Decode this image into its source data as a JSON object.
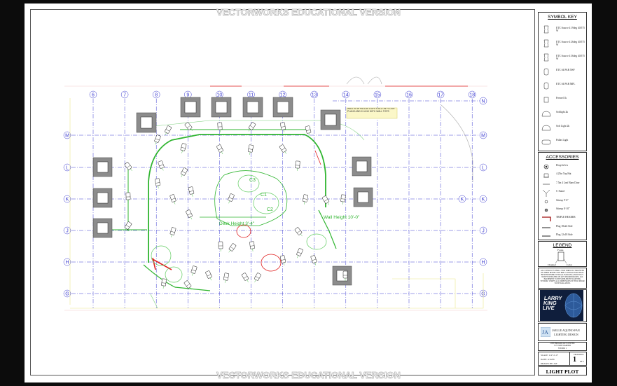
{
  "watermark": {
    "top": "VECTORWORKS EDUCATIONAL VERSION",
    "bottom": "VECTORWORKS EDUCATIONAL VERSION"
  },
  "grid": {
    "columns": [
      "6",
      "7",
      "8",
      "9",
      "10",
      "11",
      "12",
      "13",
      "14",
      "15",
      "16",
      "17",
      "18"
    ],
    "rows": [
      "N",
      "M",
      "L",
      "K",
      "J",
      "H",
      "G"
    ]
  },
  "annotations": {
    "wall_note": "WALL BTW PALLAS LIGHTS ALL ON FLOOR PLANS AND IN LINK WITH WALL TOPS",
    "desk_height": "Desk Height 3'-4\"",
    "wall_height": "Wall Height 10'-0\"",
    "c1": "C1",
    "c2": "C2",
    "c3": "C3"
  },
  "symbol_key": {
    "title": "SYMBOL KEY",
    "items": [
      {
        "icon": "ellipsoidal-icon",
        "label": "ETC Source 4 19deg 40/575 W"
      },
      {
        "icon": "ellipsoidal-icon",
        "label": "ETC Source 4 26deg 40/575 W"
      },
      {
        "icon": "ellipsoidal-icon",
        "label": "ETC Source 4 36deg 40/575 W"
      },
      {
        "icon": "par-icon",
        "label": "ETC S4 PAR NSP"
      },
      {
        "icon": "par-icon",
        "label": "ETC S4 PAR MFL"
      },
      {
        "icon": "fresnel-icon",
        "label": "Fresnel 1k"
      },
      {
        "icon": "softlight-icon",
        "label": "Softlight 2k"
      },
      {
        "icon": "softlight-icon",
        "label": "Soft Light 2k"
      },
      {
        "icon": "pallas-icon",
        "label": "Pallas Light"
      }
    ]
  },
  "accessories": {
    "title": "ACCESSORIES",
    "items": [
      {
        "icon": "drop-in-iris-icon",
        "label": "Drop In Iris"
      },
      {
        "icon": "top-hat-icon",
        "label": "4.25in Top Hat"
      },
      {
        "icon": "barn-door-icon",
        "label": "7.5in 4 Leaf Barn Door"
      },
      {
        "icon": "c-stand-icon",
        "label": "C-Stand"
      },
      {
        "icon": "baby-stand-icon",
        "label": "Stirrup 5'-6\""
      },
      {
        "icon": "stirrup-icon",
        "label": "Stirrup 6'-10\""
      },
      {
        "icon": "triple-header-icon",
        "label": "TRIPLE HEADER"
      },
      {
        "icon": "flag-icon",
        "label": "Flag 18x24 Side"
      },
      {
        "icon": "flag-icon",
        "label": "Flag 12x18 Side"
      }
    ]
  },
  "legend": {
    "title": "LEGEND",
    "labels": {
      "focus": "Focus",
      "channel": "Channel",
      "color": "Color"
    }
  },
  "notes": {
    "text": "ALL CONDUCTS SHALL STAY DIRECTLY MOUNTED ON THEIR RESPECTIVE PIPE. CONTRACTOR SHALL BE RESPONSIBLE FOR ALL HANGING AND FOCUS. NOTIFY DESIGNER OF ANY DISCREPANCIES. ALL EQUIPMENT TO BE SUPPLIED BY LIGHTING VENDOR. VERIFY ALL DIMENSIONS IN FIELD PRIOR TO INSTALLATION."
  },
  "show_logo": {
    "line1": "LARRY",
    "line2": "KING",
    "line3": "LIVE"
  },
  "designer": {
    "name": "JAELLE AQUINO-FAN",
    "role": "LIGHTING DESIGN"
  },
  "venue": {
    "line1": "CNN BROADCAST CENTER",
    "line2": "317 TIME WARNER",
    "line3": "STUDIO 1"
  },
  "drawing_info": {
    "scale_label": "SCALE:",
    "scale_value": "1/4\"=1'-0\"",
    "date_label": "DATE:",
    "date_value": "4/14/06",
    "drawn_label": "DRAWN BY:",
    "drawn_value": "JAF",
    "drawing_label": "DRAWING",
    "drawing_number": "1",
    "drawing_of": "OF 1"
  },
  "sheet_title": "LIGHT PLOT",
  "colors": {
    "grid": "#3a3ad0",
    "wall": "#2fb52f",
    "red": "#e02020",
    "background": "#0c0c0c"
  }
}
